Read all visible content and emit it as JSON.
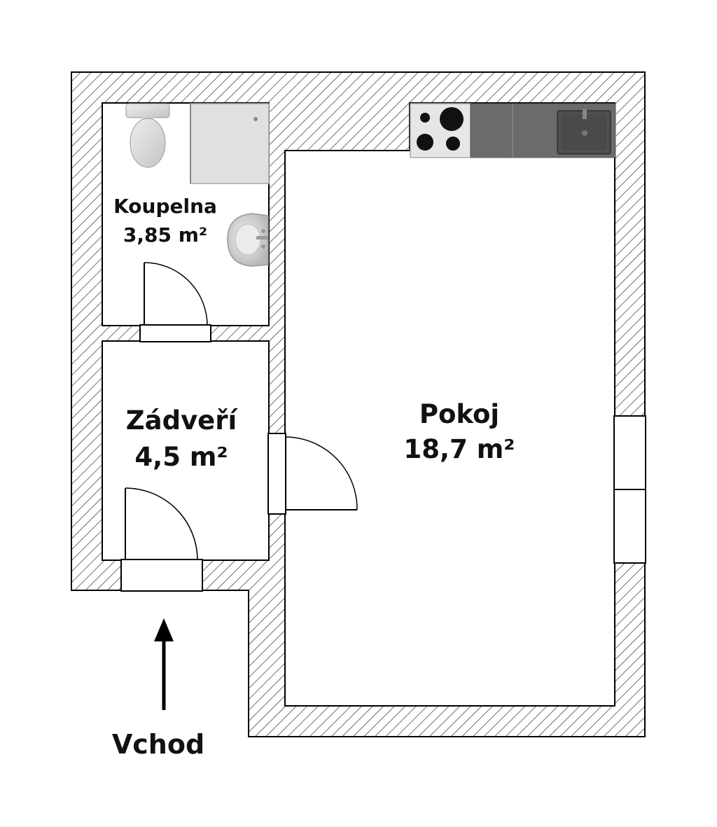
{
  "rooms": {
    "bathroom": {
      "name": "Koupelna",
      "area": "3,85 m²"
    },
    "hallway": {
      "name": "Zádveří",
      "area": "4,5 m²"
    },
    "living": {
      "name": "Pokoj",
      "area": "18,7 m²"
    }
  },
  "entrance": {
    "label": "Vchod"
  },
  "colors": {
    "wall_outline": "#000000",
    "hatch": "#333333",
    "kitchen_counter": "#6b6b6b",
    "sink": "#4a4a4a",
    "fixture": "#d4d4d4"
  },
  "icons": [
    "toilet-icon",
    "shower-icon",
    "washbasin-icon",
    "stove-icon",
    "kitchen-sink-icon",
    "entrance-arrow-icon"
  ]
}
